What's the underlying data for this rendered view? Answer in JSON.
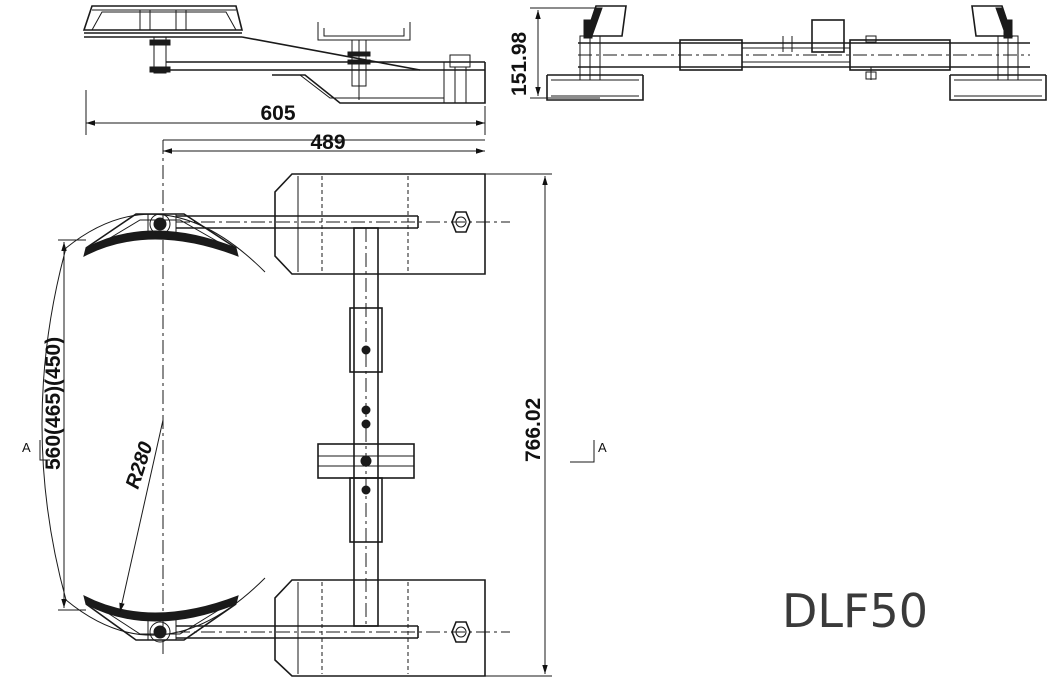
{
  "model": "DLF50",
  "dimensions": {
    "overall_length": "605",
    "inner_length": "489",
    "height": "151.98",
    "spread": "766.02",
    "jaw_sizes": "560(465)(450)",
    "radius": "R280"
  },
  "section_label": "A"
}
